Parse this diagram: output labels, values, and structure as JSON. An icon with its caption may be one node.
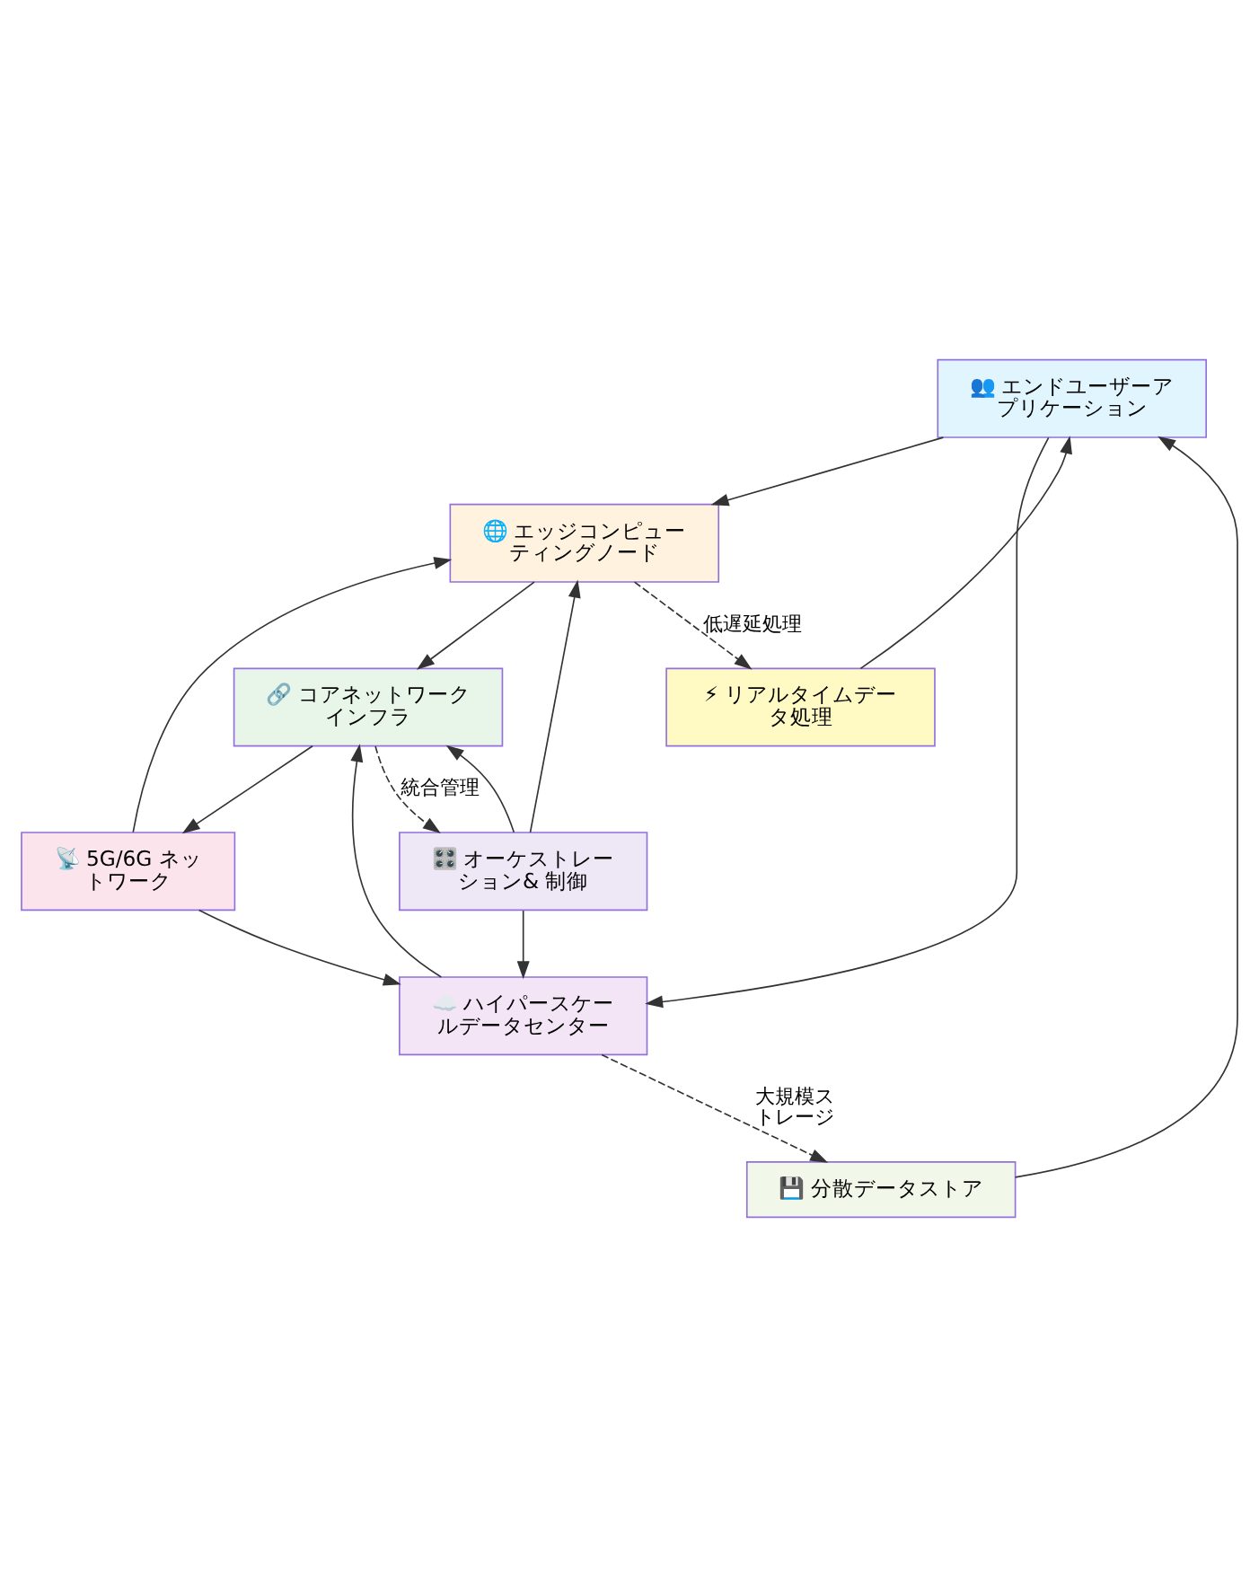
{
  "diagram": {
    "nodes": [
      {
        "text": [
          "👥 エンドユーザーアプリケーション"
        ]
      },
      {
        "text": [
          "🌐 エッジコンピューティングノード"
        ]
      },
      {
        "text": [
          "⚡ リアルタイムデータ処理"
        ]
      },
      {
        "text": [
          "🔗 コアネットワークインフラ"
        ]
      },
      {
        "text": [
          "🎛️ オーケストレーション& 制御"
        ]
      },
      {
        "text": [
          "📡 5G/6G ネットワーク"
        ]
      },
      {
        "text": [
          "☁️ ハイパースケールデータセンター"
        ]
      },
      {
        "text": [
          "💾 分散データストア"
        ]
      }
    ],
    "edges": [
      {
        "from": 0,
        "to": 1,
        "arrow": "to"
      },
      {
        "from": 1,
        "to": 3,
        "arrow": "to"
      },
      {
        "from": 1,
        "to": 2,
        "arrow": "to",
        "style": "dashed",
        "label": "低遅延処理"
      },
      {
        "from": 2,
        "to": 0,
        "arrow": "to"
      },
      {
        "from": 3,
        "to": 4,
        "arrow": "to",
        "style": "dashed",
        "label": "統合管理"
      },
      {
        "from": 3,
        "to": 5,
        "arrow": "to"
      },
      {
        "from": 4,
        "to": 3,
        "arrow": "to"
      },
      {
        "from": 4,
        "to": 1,
        "arrow": "to"
      },
      {
        "from": 4,
        "to": 6,
        "arrow": "to"
      },
      {
        "from": 5,
        "to": 1,
        "arrow": "to"
      },
      {
        "from": 5,
        "to": 6,
        "arrow": "to"
      },
      {
        "from": 0,
        "to": 6,
        "arrow": "to"
      },
      {
        "from": 6,
        "to": 3,
        "arrow": "to"
      },
      {
        "from": 6,
        "to": 7,
        "arrow": "to",
        "style": "dashed",
        "label": "大規模ストレージ"
      },
      {
        "from": 7,
        "to": 0,
        "arrow": "to"
      }
    ]
  }
}
